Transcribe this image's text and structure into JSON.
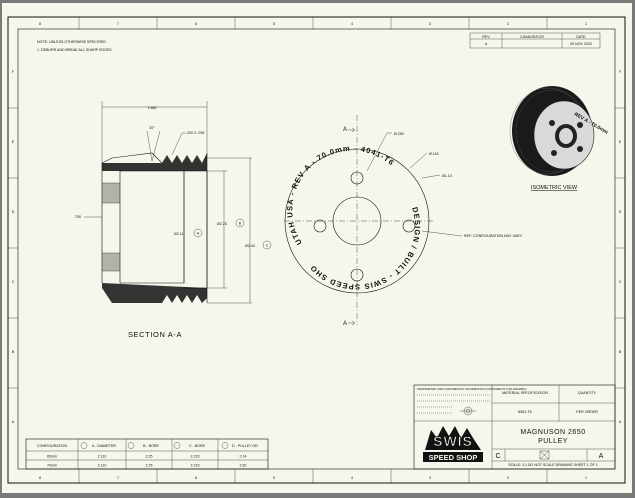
{
  "notes": {
    "title": "NOTE: UNLESS OTHERWISE SPECIFIED",
    "item1": "1. DEBURR AND BREAK ALL SHARP EDGES"
  },
  "revision": {
    "h_rev": "REV",
    "h_change": "CHANGE/ECR",
    "h_date": "DATE",
    "rev": "A",
    "change": "",
    "date": "20 NOV 2023"
  },
  "zones": {
    "cols_top": [
      "8",
      "7",
      "6",
      "5",
      "4",
      "3",
      "2",
      "1"
    ],
    "cols_bottom": [
      "8",
      "7",
      "6",
      "5",
      "4",
      "3",
      "2",
      "1"
    ],
    "rows": [
      "F",
      "E",
      "D",
      "C",
      "B",
      "A"
    ]
  },
  "section_view": {
    "label": "SECTION A-A",
    "dim_width": "1.880",
    "dim_left": ".750",
    "dim_chamfer": "30°",
    "dim_thread": "200 X .035",
    "dia_a": "Ø2.11",
    "dia_b": "Ø2.25",
    "dia_c": "Ø2.44",
    "callout_a": "A",
    "callout_b": "B",
    "callout_c": "C"
  },
  "front_view": {
    "section_letter": "A",
    "hole_dia": "Ø.250",
    "dim_chamfer": "Ø.118",
    "dim_bolt": "Ø1.10",
    "note_varies": "REF: CONFIGURATION MAY VARY",
    "engraving_top": "UTAH USA - REV A - 70.0mm - 4041-T6",
    "engraving_bottom": "DESIGN / BUILT - SWIS SPEED SHOP"
  },
  "iso_view": {
    "label": "ISOMETRIC VIEW",
    "engraving": "REV A - 70.0mm"
  },
  "config_table": {
    "headers": [
      "CONFIGURATION",
      "A - DIAMETER",
      "B - BORE",
      "C - BORE",
      "D - PULLEY OD"
    ],
    "header_letters": [
      "A",
      "B",
      "C",
      "D"
    ],
    "rows": [
      [
        "65mm",
        "2.110",
        "2.25",
        "2.215",
        "2.14"
      ],
      [
        "70mm",
        "2.110",
        "2.25",
        "2.215",
        "2.82"
      ]
    ]
  },
  "title_block": {
    "disclaimer": "PROPRIETARY AND CONFIDENTIAL INFORMATION CONTAINED IN THIS DRAWING",
    "material_h": "MATERIAL SPECIFICATION",
    "material_v": "6061-T6",
    "qty_h": "QUANTITY",
    "qty_v": "PER ORDER",
    "part_line1": "MAGNUSON 2650",
    "part_line2": "PULLEY",
    "size": "C",
    "rev": "A",
    "scale_line": "SCALE: 1:1   DO NOT SCALE DRAWING   SHEET 1 OF 1",
    "logo_top": "SWIS",
    "logo_bottom": "SPEED SHOP"
  }
}
